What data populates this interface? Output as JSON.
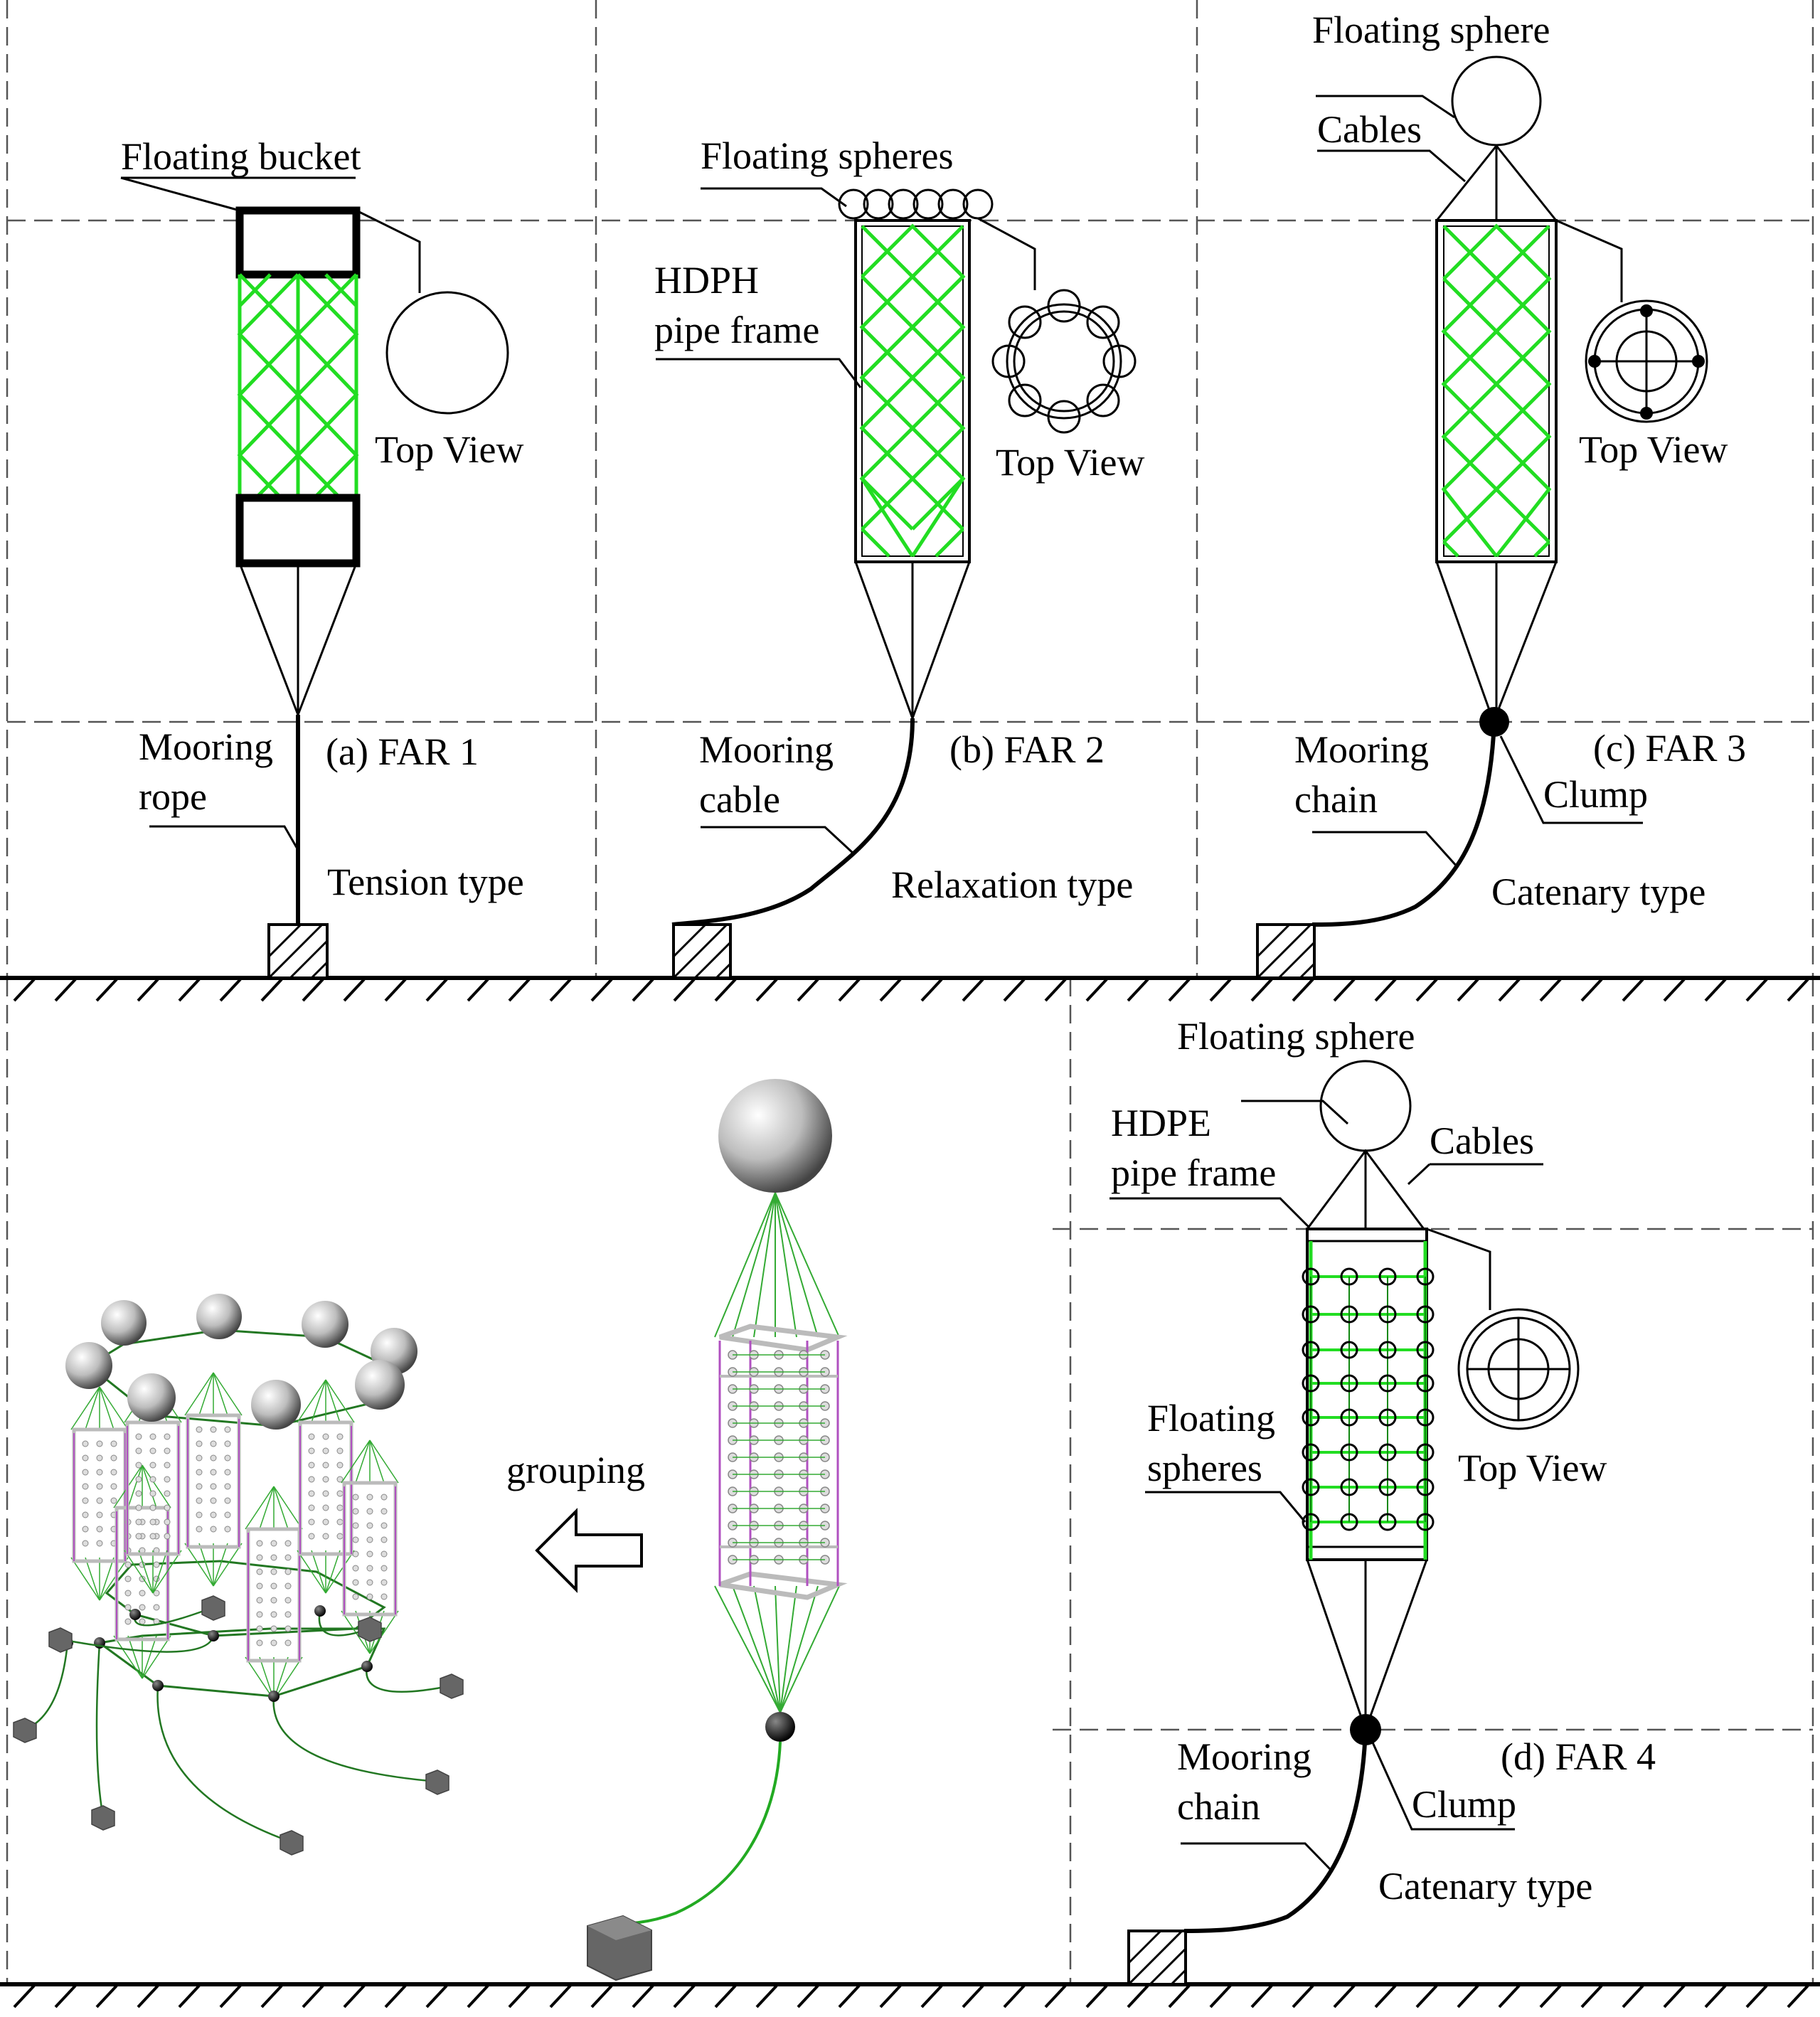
{
  "colors": {
    "net": "#22dd22",
    "line": "#000000",
    "purple": "#b050c0",
    "gray": "#bbbbbb"
  },
  "far1": {
    "top_label": "Floating bucket",
    "top_view": "Top View",
    "caption": "(a) FAR 1",
    "mooring_l1": "Mooring",
    "mooring_l2": "rope",
    "type": "Tension type"
  },
  "far2": {
    "top_label": "Floating spheres",
    "frame_l1": "HDPH",
    "frame_l2": "pipe frame",
    "top_view": "Top View",
    "caption": "(b) FAR 2",
    "mooring_l1": "Mooring",
    "mooring_l2": "cable",
    "type": "Relaxation type"
  },
  "far3": {
    "sphere_label": "Floating sphere",
    "cables_label": "Cables",
    "top_view": "Top View",
    "caption": "(c) FAR 3",
    "mooring_l1": "Mooring",
    "mooring_l2": "chain",
    "clump": "Clump",
    "type": "Catenary type"
  },
  "far4": {
    "sphere_label": "Floating sphere",
    "frame_l1": "HDPE",
    "frame_l2": "pipe frame",
    "cables_label": "Cables",
    "spheres_l1": "Floating",
    "spheres_l2": "spheres",
    "top_view": "Top View",
    "caption": "(d) FAR 4",
    "mooring_l1": "Mooring",
    "mooring_l2": "chain",
    "clump": "Clump",
    "type": "Catenary type"
  },
  "grouping": {
    "label": "grouping"
  }
}
